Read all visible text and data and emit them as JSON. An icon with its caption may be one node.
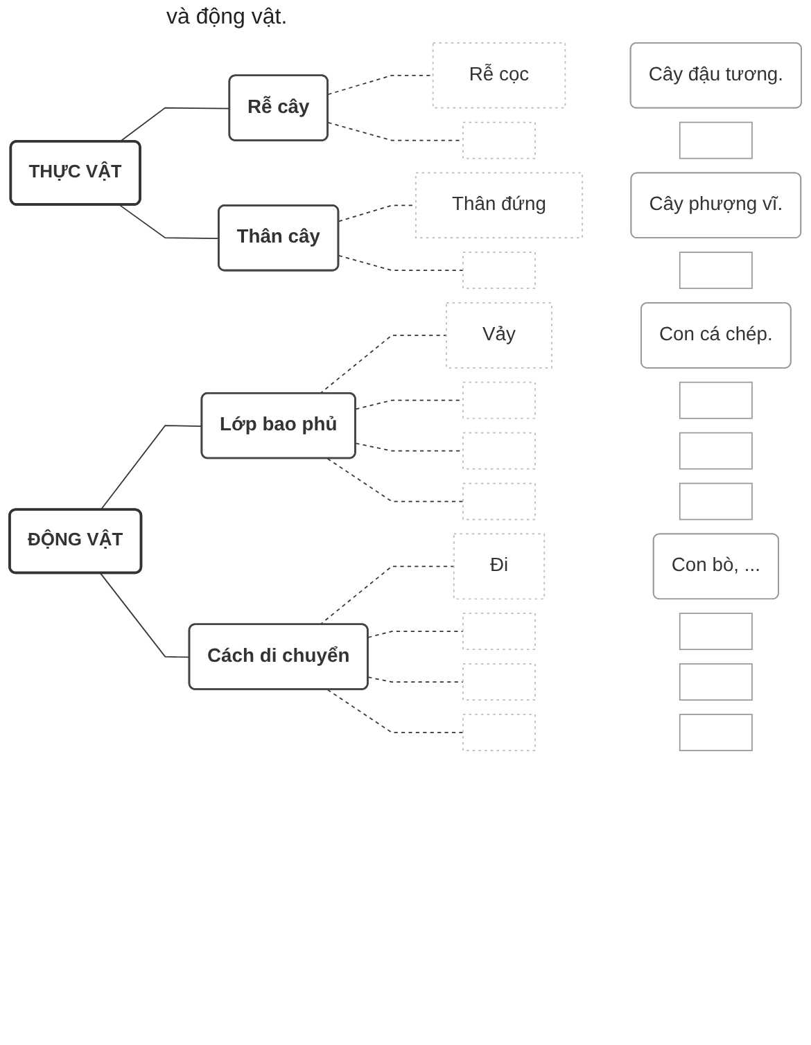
{
  "diagram": {
    "title": "và động vật.",
    "nodes": [
      {
        "text": [
          "THỰC VẬT"
        ]
      },
      {
        "text": [
          "Rễ cây"
        ]
      },
      {
        "text": [
          "Thân cây"
        ]
      },
      {
        "text": [
          "Rễ cọc"
        ]
      },
      {
        "text": [],
        "shape": "box"
      },
      {
        "text": [
          "Thân đứng"
        ]
      },
      {
        "text": [],
        "shape": "box"
      },
      {
        "text": [
          "Cây đậu tương."
        ]
      },
      {
        "text": [],
        "shape": "box"
      },
      {
        "text": [
          "Cây phượng vĩ."
        ]
      },
      {
        "text": [],
        "shape": "box"
      },
      {
        "text": [
          "ĐỘNG VẬT"
        ]
      },
      {
        "text": [
          "Lớp bao phủ"
        ]
      },
      {
        "text": [
          "Cách di chuyển"
        ]
      },
      {
        "text": [
          "Vảy"
        ]
      },
      {
        "text": [],
        "shape": "box"
      },
      {
        "text": [],
        "shape": "box"
      },
      {
        "text": [],
        "shape": "box"
      },
      {
        "text": [
          "Đi"
        ]
      },
      {
        "text": [],
        "shape": "box"
      },
      {
        "text": [],
        "shape": "box"
      },
      {
        "text": [],
        "shape": "box"
      },
      {
        "text": [
          "Con cá chép."
        ]
      },
      {
        "text": [],
        "shape": "box"
      },
      {
        "text": [],
        "shape": "box"
      },
      {
        "text": [],
        "shape": "box"
      },
      {
        "text": [
          "Con bò, ..."
        ]
      },
      {
        "text": [],
        "shape": "box"
      },
      {
        "text": [],
        "shape": "box"
      },
      {
        "text": [],
        "shape": "box"
      }
    ],
    "edges": [
      {
        "from": 0,
        "to": 1,
        "arrow": "none"
      },
      {
        "from": 0,
        "to": 2,
        "arrow": "none"
      },
      {
        "from": 1,
        "to": 3,
        "arrow": "none",
        "style": "dashed"
      },
      {
        "from": 1,
        "to": 4,
        "arrow": "none",
        "style": "dashed"
      },
      {
        "from": 2,
        "to": 5,
        "arrow": "none",
        "style": "dashed"
      },
      {
        "from": 2,
        "to": 6,
        "arrow": "none",
        "style": "dashed"
      },
      {
        "from": 11,
        "to": 12,
        "arrow": "none"
      },
      {
        "from": 11,
        "to": 13,
        "arrow": "none"
      },
      {
        "from": 12,
        "to": 14,
        "arrow": "none",
        "style": "dashed"
      },
      {
        "from": 12,
        "to": 15,
        "arrow": "none",
        "style": "dashed"
      },
      {
        "from": 12,
        "to": 16,
        "arrow": "none",
        "style": "dashed"
      },
      {
        "from": 12,
        "to": 17,
        "arrow": "none",
        "style": "dashed"
      },
      {
        "from": 13,
        "to": 18,
        "arrow": "none",
        "style": "dashed"
      },
      {
        "from": 13,
        "to": 19,
        "arrow": "none",
        "style": "dashed"
      },
      {
        "from": 13,
        "to": 20,
        "arrow": "none",
        "style": "dashed"
      },
      {
        "from": 13,
        "to": 21,
        "arrow": "none",
        "style": "dashed"
      }
    ]
  }
}
